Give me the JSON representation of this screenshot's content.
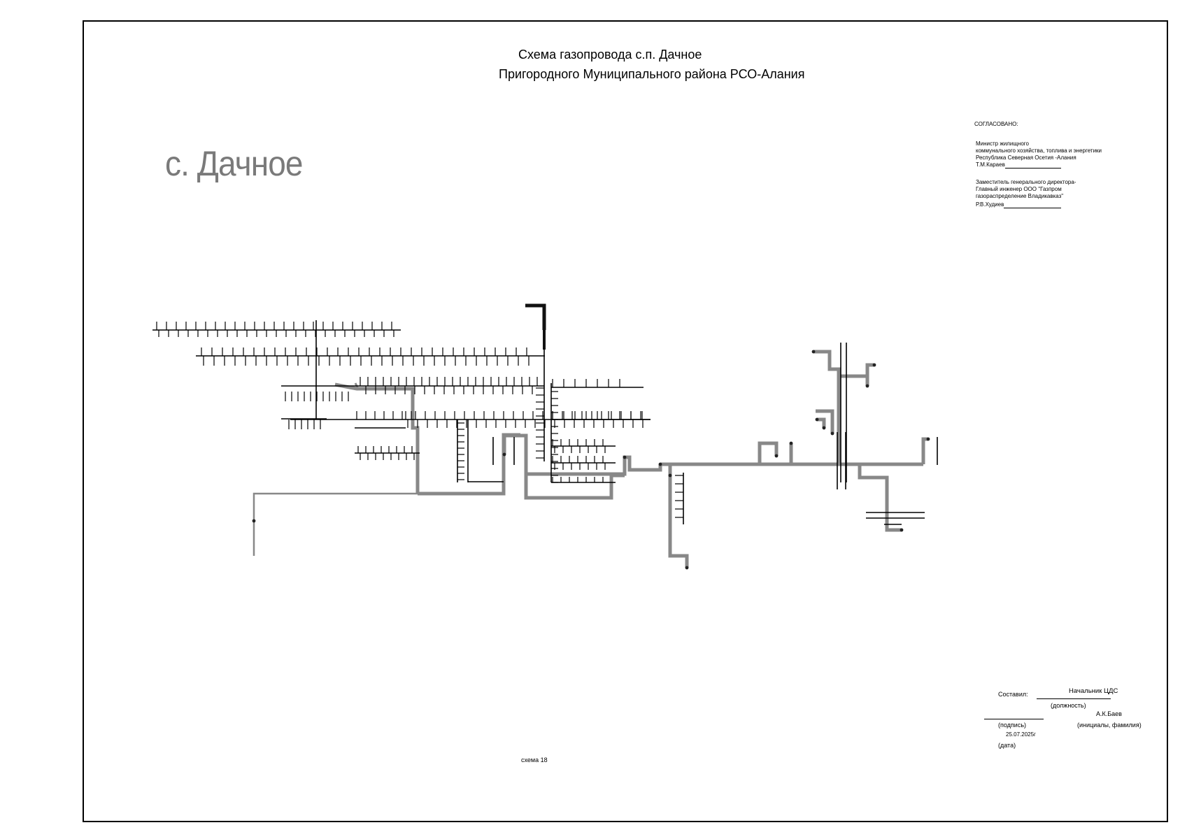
{
  "header": {
    "title_line1": "Схема газопровода с.п.   Дачное",
    "title_line2": "Пригородного  Муниципального района РСО-Алания"
  },
  "village_label": "с. Дачное",
  "approval": {
    "heading": "СОГЛАСОВАНО:",
    "minister_lines": [
      "Министр жилищного",
      "коммунального хозяйства, топлива и энергетики",
      "Республика Северная Осетия -Алания",
      "Т.М.Караев"
    ],
    "deputy_lines": [
      "Заместитель генерального директора-",
      "Главный инженер  ООО \"Газпром",
      "газораспределение Владикавказ\"",
      "Р.В.Худиев"
    ]
  },
  "compiled": {
    "label": "Составил:",
    "position_value": "Начальник ЦДС",
    "position_caption": "(должность)",
    "name_value": "А.К.Баев",
    "signature_caption": "(подпись)",
    "name_caption": "(инициалы, фамилия)",
    "date_value": "25.07.2025г",
    "date_caption": "(дата)"
  },
  "scheme_number": "схема 18",
  "colors": {
    "main_pipe": "#888888",
    "thin_pipe": "#000000",
    "village_text": "#7a7a7a"
  }
}
